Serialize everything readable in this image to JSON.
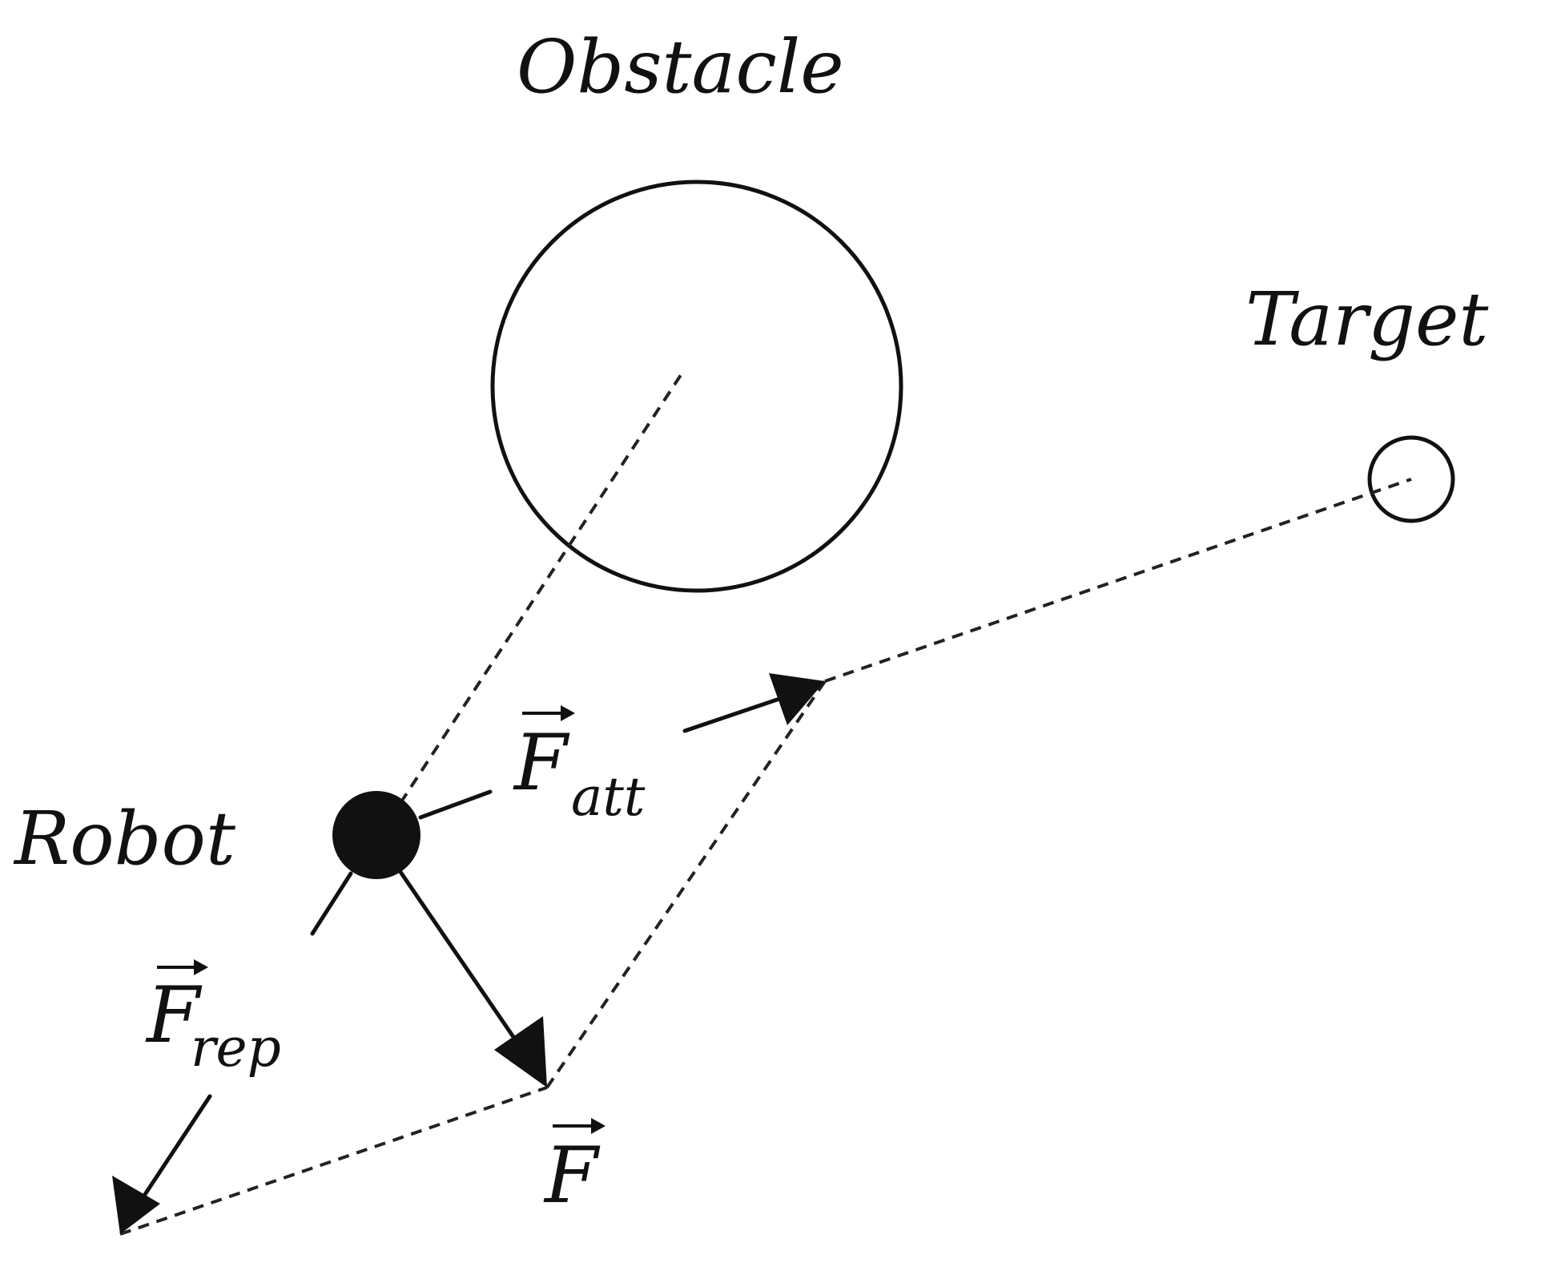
{
  "labels": {
    "obstacle": "Obstacle",
    "target": "Target",
    "robot": "Robot",
    "f_symbol": "F",
    "f_att_sub": "att",
    "f_rep_sub": "rep",
    "vector_arrow": "⃗"
  },
  "colors": {
    "ink": "#111111",
    "background": "#ffffff"
  }
}
